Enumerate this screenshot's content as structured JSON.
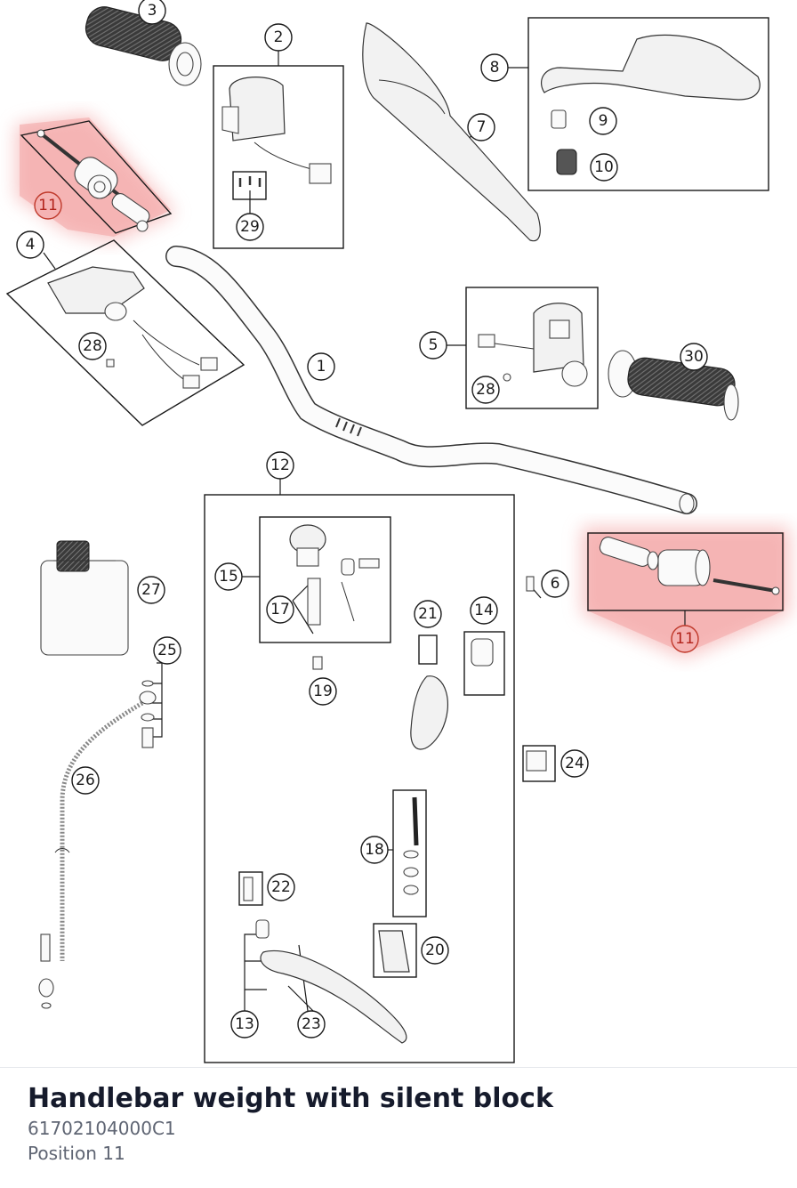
{
  "callouts": [
    "1",
    "2",
    "3",
    "4",
    "5",
    "6",
    "7",
    "8",
    "9",
    "10",
    "11",
    "12",
    "13",
    "14",
    "15",
    "17",
    "18",
    "19",
    "20",
    "21",
    "22",
    "23",
    "24",
    "25",
    "26",
    "27",
    "28",
    "29",
    "30"
  ],
  "highlight_color": "#f29a9a",
  "part": {
    "title": "Handlebar weight with silent block",
    "number": "61702104000C1",
    "position": "Position 11"
  }
}
